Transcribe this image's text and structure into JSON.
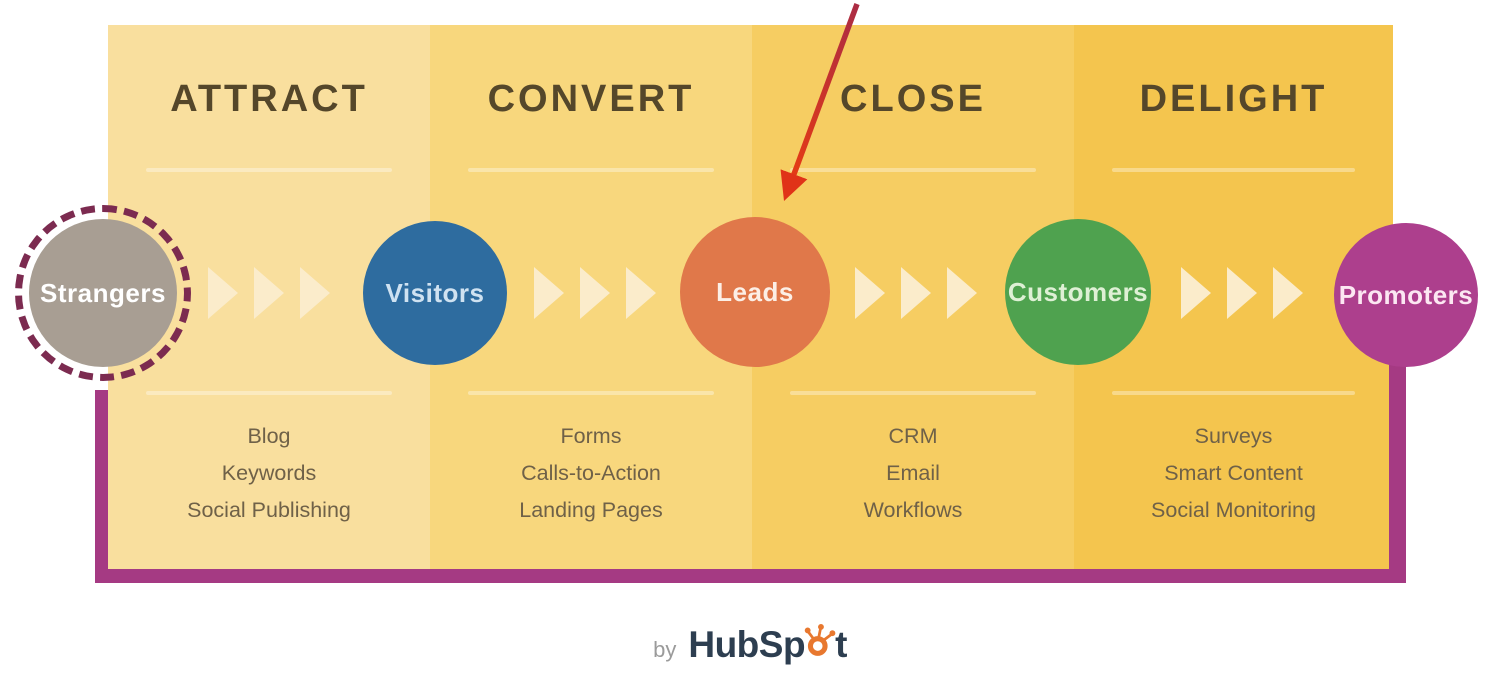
{
  "diagram": {
    "stages": [
      {
        "name": "ATTRACT",
        "panel_color": "#f9df9e",
        "tools": [
          "Blog",
          "Keywords",
          "Social Publishing"
        ]
      },
      {
        "name": "CONVERT",
        "panel_color": "#f8d77d",
        "tools": [
          "Forms",
          "Calls-to-Action",
          "Landing Pages"
        ]
      },
      {
        "name": "CLOSE",
        "panel_color": "#f6cd62",
        "tools": [
          "CRM",
          "Email",
          "Workflows"
        ]
      },
      {
        "name": "DELIGHT",
        "panel_color": "#f4c54e",
        "tools": [
          "Surveys",
          "Smart Content",
          "Social Monitoring"
        ]
      }
    ],
    "personas": [
      {
        "label": "Strangers",
        "color": "#a89e93",
        "label_color": "#ffffff",
        "ring_color": "#7c2b50"
      },
      {
        "label": "Visitors",
        "color": "#2e6c9f",
        "label_color": "#cfe2f1"
      },
      {
        "label": "Leads",
        "color": "#e0784a",
        "label_color": "#fcefe6"
      },
      {
        "label": "Customers",
        "color": "#4fa24f",
        "label_color": "#def0d5"
      },
      {
        "label": "Promoters",
        "color": "#ad3f8d",
        "label_color": "#fce7f2"
      }
    ],
    "colors": {
      "heading_text": "#55472a",
      "tools_text": "#6f6148",
      "chevron": "#fbeccb",
      "flow_line": "#a53a83",
      "divider": "rgba(255,255,255,0.35)",
      "arrow_start": "#ab2c44",
      "arrow_end": "#e23a17",
      "arrow_head": "#e03318"
    }
  },
  "footer": {
    "by_label": "by",
    "brand_left": "HubSp",
    "brand_right": "t",
    "brand": "HubSpot",
    "brand_color": "#2d3e50",
    "sprocket_color": "#e8782f",
    "by_color": "#9b9b9b"
  }
}
